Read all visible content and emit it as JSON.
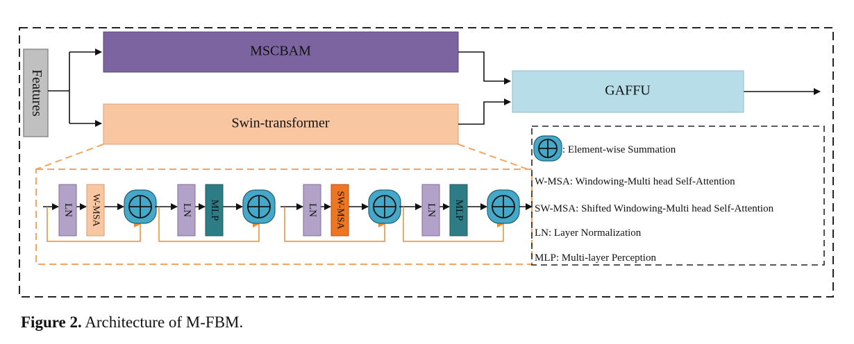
{
  "colors": {
    "mscbam": "#7b64a0",
    "swin": "#f8c6a0",
    "gaffu": "#b6dde8",
    "features": "#c0c0c0",
    "ln": "#b2a2c8",
    "wmsa": "#f8c6a0",
    "swmsa": "#ee7522",
    "mlp": "#2e7d86",
    "sum_fill": "#45a8c8",
    "orange_line": "#f4a460",
    "dash": "#222222"
  },
  "diagram": {
    "features_label": "Features",
    "mscbam_label": "MSCBAM",
    "swin_label": "Swin-transformer",
    "gaffu_label": "GAFFU",
    "blocks": [
      {
        "id": "ln-1",
        "label": "LN",
        "kind": "ln"
      },
      {
        "id": "w-msa",
        "label": "W-MSA",
        "kind": "wmsa"
      },
      {
        "id": "ln-2",
        "label": "LN",
        "kind": "ln"
      },
      {
        "id": "mlp-1",
        "label": "MLP",
        "kind": "mlp"
      },
      {
        "id": "ln-3",
        "label": "LN",
        "kind": "ln"
      },
      {
        "id": "sw-msa",
        "label": "SW-MSA",
        "kind": "swmsa"
      },
      {
        "id": "ln-4",
        "label": "LN",
        "kind": "ln"
      },
      {
        "id": "mlp-2",
        "label": "MLP",
        "kind": "mlp"
      }
    ]
  },
  "legend": {
    "sum": ": Element-wise Summation",
    "wmsa": "W-MSA: Windowing-Multi head Self-Attention",
    "swmsa": "SW-MSA: Shifted Windowing-Multi head Self-Attention",
    "ln": "LN: Layer Normalization",
    "mlp": "MLP: Multi-layer Perception"
  },
  "caption": {
    "label": "Figure 2.",
    "text": " Architecture of M-FBM."
  }
}
